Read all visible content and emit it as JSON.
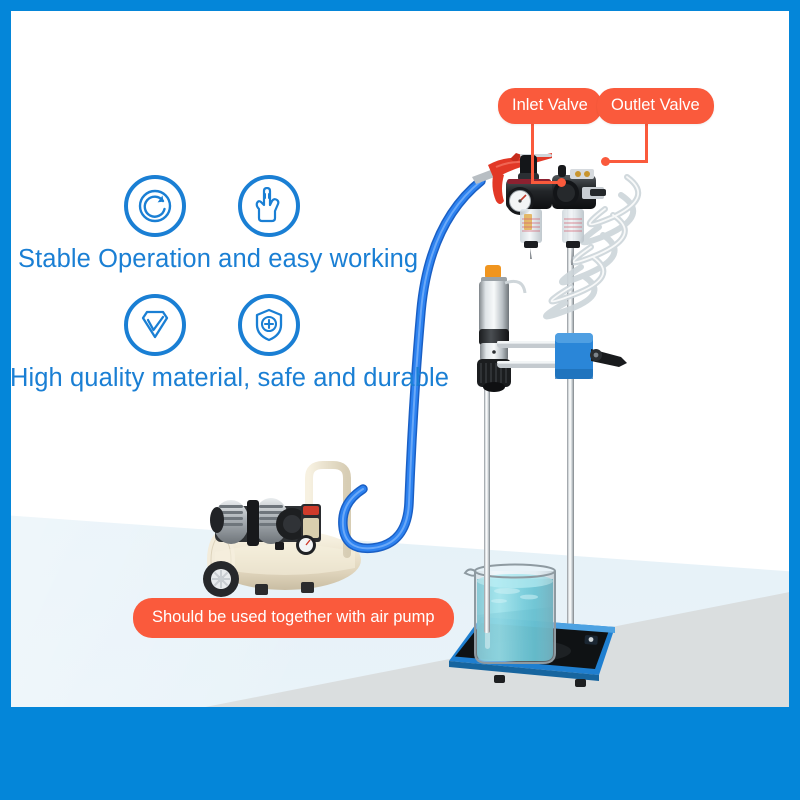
{
  "poster": {
    "background_color": "#ffffff",
    "frame_color": "#0486d9",
    "floor_color": "#dcecf4",
    "accent_blue": "#1a7fd4",
    "accent_orange": "#fa5a3c",
    "hose_blue": "#2979e8"
  },
  "features": {
    "rows": [
      {
        "icons": [
          {
            "name": "rotate-cycle-icon",
            "glyph": "circular-arrow"
          },
          {
            "name": "touch-hand-icon",
            "glyph": "pointing-hand"
          }
        ],
        "text": "Stable Operation and easy working"
      },
      {
        "icons": [
          {
            "name": "diamond-check-icon",
            "glyph": "diamond-tick"
          },
          {
            "name": "shield-plus-icon",
            "glyph": "shield-cross"
          }
        ],
        "text": "High quality material, safe and durable"
      }
    ]
  },
  "callouts": [
    {
      "id": "inlet-valve",
      "label": "Inlet Valve"
    },
    {
      "id": "outlet-valve",
      "label": "Outlet Valve"
    }
  ],
  "badges": [
    {
      "id": "air-pump-note",
      "label": "Should be used together with air pump"
    }
  ],
  "product": {
    "stirrer": {
      "name": "pneumatic-overhead-stirrer",
      "body_color": "#c8ced2",
      "cap_color": "#f29a28",
      "chuck_color": "#222528"
    },
    "frl_unit": {
      "name": "filter-regulator-lubricator",
      "body_color": "#1c1c1f"
    },
    "clamp": {
      "name": "boss-clamp",
      "color": "#2a86d8"
    },
    "base_plate": {
      "name": "stand-base-plate",
      "frame_color": "#1f7fd0",
      "top_color": "#111316"
    },
    "beaker": {
      "name": "glass-beaker",
      "liquid_color": "#4fc4d6"
    },
    "blow_gun": {
      "name": "air-blow-gun",
      "color": "#e03323"
    },
    "coil_hose": {
      "name": "coiled-pu-hose",
      "color": "#e4e9ec"
    },
    "air_compressor": {
      "name": "oil-free-air-compressor",
      "tank_color": "#ece3cf"
    }
  }
}
